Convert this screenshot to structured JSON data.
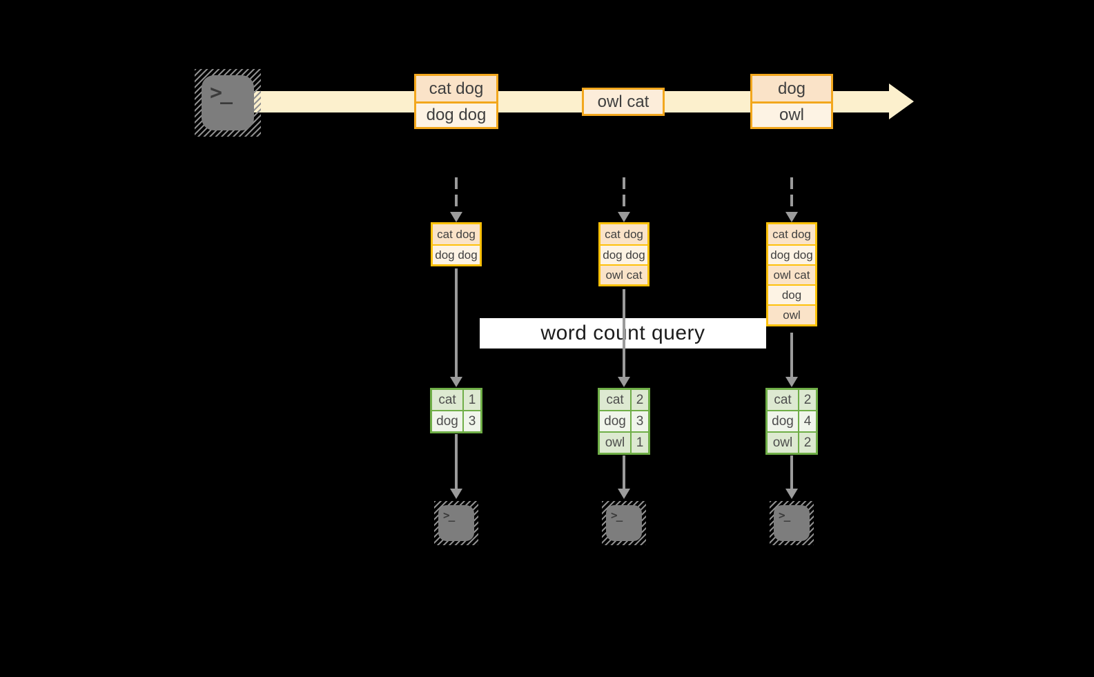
{
  "banner": {
    "label": "word count query"
  },
  "icons": {
    "terminal_glyph": ">_"
  },
  "stream": {
    "events": [
      {
        "lines": [
          "cat dog",
          "dog dog"
        ]
      },
      {
        "lines": [
          "owl cat"
        ]
      },
      {
        "lines": [
          "dog",
          "owl"
        ]
      }
    ]
  },
  "columns": [
    {
      "buffer": [
        "cat dog",
        "dog dog"
      ],
      "counts": [
        {
          "word": "cat",
          "count": "1"
        },
        {
          "word": "dog",
          "count": "3"
        }
      ]
    },
    {
      "buffer": [
        "cat dog",
        "dog dog",
        "owl cat"
      ],
      "counts": [
        {
          "word": "cat",
          "count": "2"
        },
        {
          "word": "dog",
          "count": "3"
        },
        {
          "word": "owl",
          "count": "1"
        }
      ]
    },
    {
      "buffer": [
        "cat dog",
        "dog dog",
        "owl cat",
        "dog",
        "owl"
      ],
      "counts": [
        {
          "word": "cat",
          "count": "2"
        },
        {
          "word": "dog",
          "count": "4"
        },
        {
          "word": "owl",
          "count": "2"
        }
      ]
    }
  ],
  "colors": {
    "background": "#000000",
    "stream_fill": "#fcf0cd",
    "event_border": "#f2a71d",
    "stack_border": "#fec10a",
    "table_border": "#6fae47",
    "arrow_gray": "#9b9b9b",
    "terminal_fill": "#7d7d7d",
    "banner_bg": "#ffffff"
  }
}
